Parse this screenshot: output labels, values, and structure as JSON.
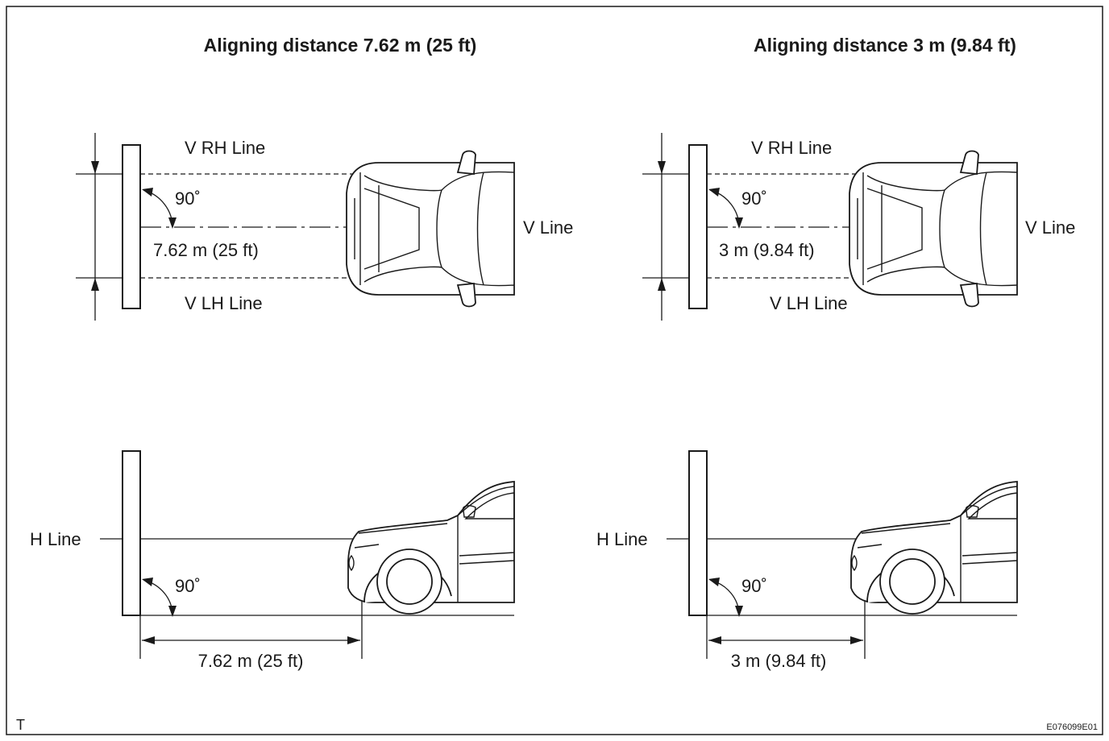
{
  "panels": {
    "left": {
      "title": "Aligning distance 7.62 m (25 ft)",
      "top": {
        "v_rh_line": "V RH Line",
        "v_lh_line": "V LH Line",
        "v_line": "V Line",
        "angle": "90˚",
        "distance": "7.62 m (25 ft)"
      },
      "side": {
        "h_line": "H Line",
        "angle": "90˚",
        "distance": "7.62 m (25 ft)"
      }
    },
    "right": {
      "title": "Aligning distance 3 m (9.84 ft)",
      "top": {
        "v_rh_line": "V RH Line",
        "v_lh_line": "V LH Line",
        "v_line": "V Line",
        "angle": "90˚",
        "distance": "3 m (9.84 ft)"
      },
      "side": {
        "h_line": "H Line",
        "angle": "90˚",
        "distance": "3 m (9.84 ft)"
      }
    }
  },
  "footer": {
    "left_mark": "T",
    "figure_code": "E076099E01"
  }
}
